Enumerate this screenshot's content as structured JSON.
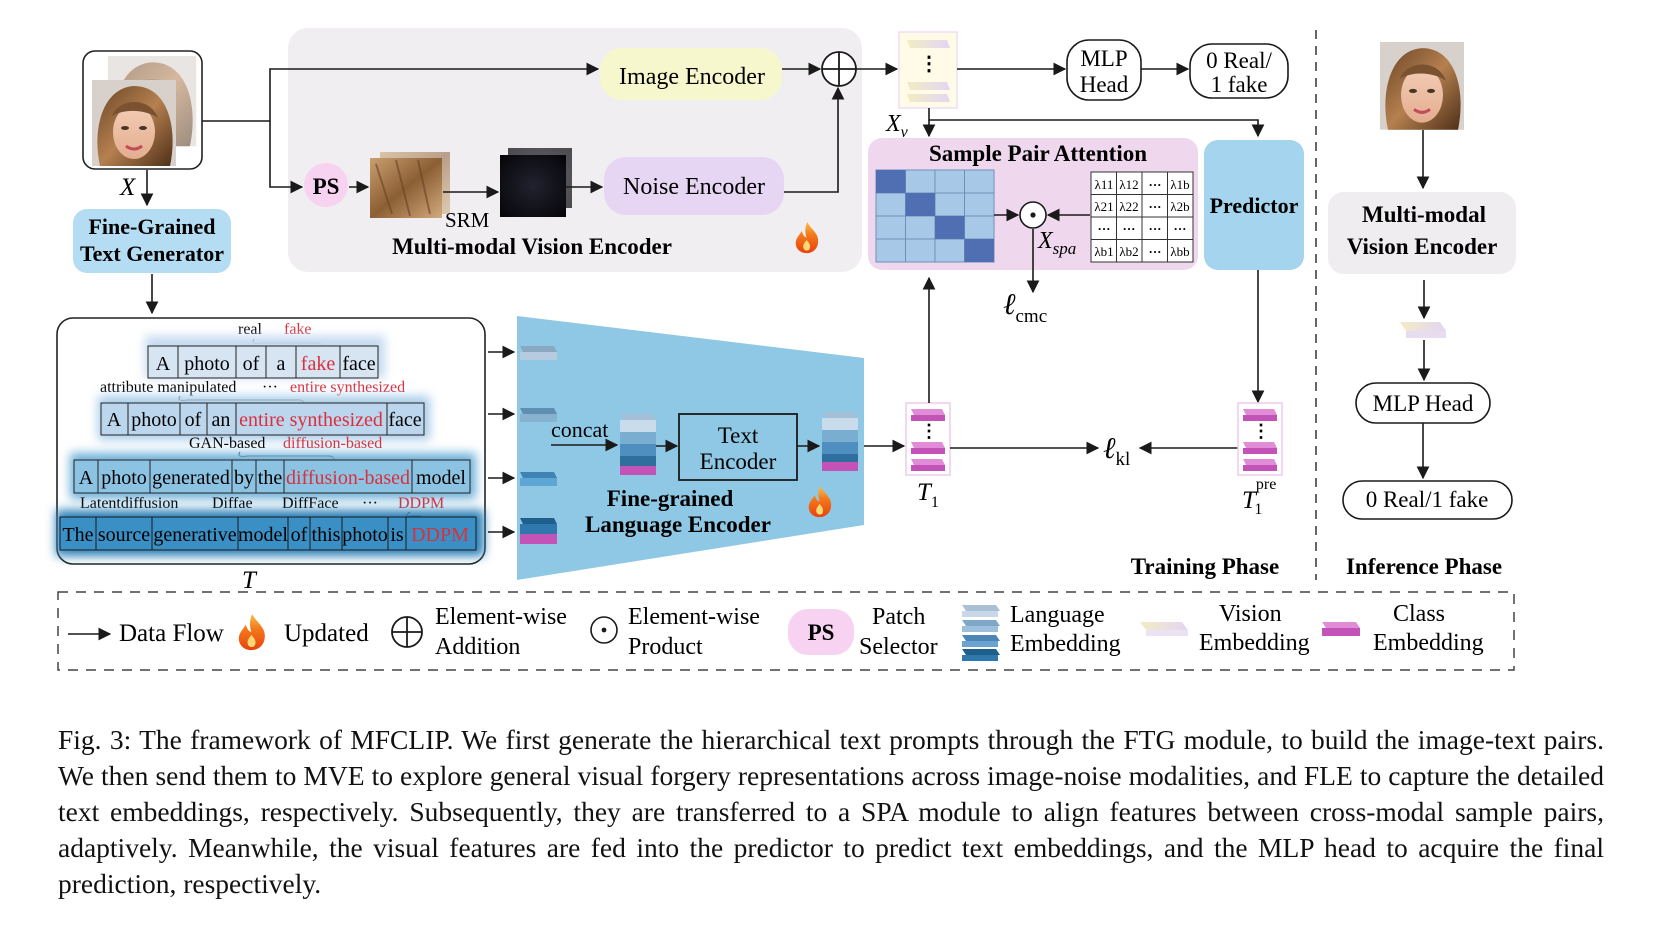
{
  "inputs": {
    "x_label": "X",
    "t_label": "T",
    "xv_label": "X",
    "xv_sub": "v",
    "xspa_label": "X",
    "xspa_sub": "spa"
  },
  "ftg": {
    "line1": "Fine-Grained",
    "line2": "Text Generator"
  },
  "mve": {
    "title": "Multi-modal Vision Encoder",
    "image_encoder": "Image Encoder",
    "noise_encoder": "Noise Encoder",
    "ps": "PS",
    "srm": "SRM"
  },
  "prompts": {
    "row1": {
      "above_a": "real",
      "above_b": "fake",
      "tokens": [
        "A",
        "photo",
        "of",
        "a",
        "fake",
        "face"
      ],
      "red": [
        4
      ]
    },
    "row2": {
      "above_a": "attribute manipulated",
      "above_mid": "···",
      "above_b": "entire synthesized",
      "tokens": [
        "A",
        "photo",
        "of",
        "an",
        "entire synthesized",
        "face"
      ],
      "red": [
        4
      ]
    },
    "row3": {
      "above_a": "GAN-based",
      "above_b": "diffusion-based",
      "tokens": [
        "A",
        "photo",
        "generated",
        "by",
        "the",
        "diffusion-based",
        "model"
      ],
      "red": [
        5
      ]
    },
    "row4": {
      "above": [
        "Latentdiffusion",
        "Diffae",
        "DiffFace",
        "···",
        "DDPM"
      ],
      "red_above": [
        4
      ],
      "tokens": [
        "The",
        "source",
        "generative",
        "model",
        "of",
        "this",
        "photo",
        "is",
        "DDPM"
      ],
      "red": [
        8
      ]
    }
  },
  "fle": {
    "concat": "concat",
    "text_encoder_l1": "Text",
    "text_encoder_l2": "Encoder",
    "title_l1": "Fine-grained",
    "title_l2": "Language Encoder"
  },
  "spa": {
    "title": "Sample Pair Attention",
    "lambda": [
      [
        "λ11",
        "λ12",
        "···",
        "λ1b"
      ],
      [
        "···",
        "···",
        "···",
        "···"
      ],
      [
        "λb1",
        "λb2",
        "···",
        "λbb"
      ]
    ],
    "lambda_row2": [
      "λ21",
      "λ22",
      "···",
      "λ2b"
    ]
  },
  "heads": {
    "mlp_l1": "MLP",
    "mlp_l2": "Head",
    "out_l1": "0 Real/",
    "out_l2": "1 fake",
    "predictor": "Predictor"
  },
  "losses": {
    "cmc": "ℓ",
    "cmc_sub": "cmc",
    "kl": "ℓ",
    "kl_sub": "kl",
    "t1": "T",
    "t1_sub": "1",
    "t1pre": "T",
    "t1pre_sub": "1",
    "t1pre_sup": "pre"
  },
  "phases": {
    "training": "Training Phase",
    "inference": "Inference Phase"
  },
  "inference": {
    "mve_l1": "Multi-modal",
    "mve_l2": "Vision Encoder",
    "mlp": "MLP Head",
    "output": "0 Real/1 fake"
  },
  "legend": {
    "data_flow": "Data Flow",
    "updated": "Updated",
    "addition_l1": "Element-wise",
    "addition_l2": "Addition",
    "product_l1": "Element-wise",
    "product_l2": "Product",
    "ps": "PS",
    "patch_l1": "Patch",
    "patch_l2": "Selector",
    "lang_l1": "Language",
    "lang_l2": "Embedding",
    "vision_l1": "Vision",
    "vision_l2": "Embedding",
    "class_l1": "Class",
    "class_l2": "Embedding"
  },
  "caption": "Fig. 3: The framework of MFCLIP. We first generate the hierarchical text prompts through the FTG module, to build the image-text pairs. We then send them to MVE to explore general visual forgery representations across image-noise modalities, and FLE to capture the detailed text embeddings, respectively. Subsequently, they are transferred to a SPA module to align features between cross-modal sample pairs, adaptively. Meanwhile, the visual features are fed into the predictor to predict text embeddings, and the MLP head to acquire the final prediction, respectively.",
  "colors": {
    "mve_bg": "#f0eef1",
    "image_encoder": "#f7f7cd",
    "noise_encoder": "#e6d5f3",
    "ps": "#f7d2f1",
    "ftg": "#b4dcf2",
    "fle": "#8ec8e4",
    "spa": "#efd7ee",
    "predictor": "#a4d4ee",
    "red": "#d8303c",
    "class_emb": "#c353b6"
  }
}
